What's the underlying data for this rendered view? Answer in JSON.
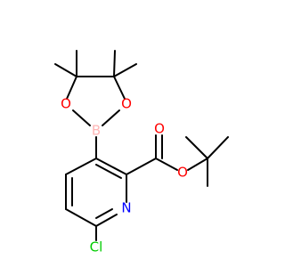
{
  "molecule": {
    "atoms": {
      "boron": {
        "label": "B",
        "color": "#ffb5b5"
      },
      "oxygen_left": {
        "label": "O",
        "color": "#ff0000"
      },
      "oxygen_right": {
        "label": "O",
        "color": "#ff0000"
      },
      "oxygen_carbonyl": {
        "label": "O",
        "color": "#ff0000"
      },
      "oxygen_ester": {
        "label": "O",
        "color": "#ff0000"
      },
      "nitrogen": {
        "label": "N",
        "color": "#0000ff"
      },
      "chlorine": {
        "label": "Cl",
        "color": "#00cc00"
      }
    }
  }
}
